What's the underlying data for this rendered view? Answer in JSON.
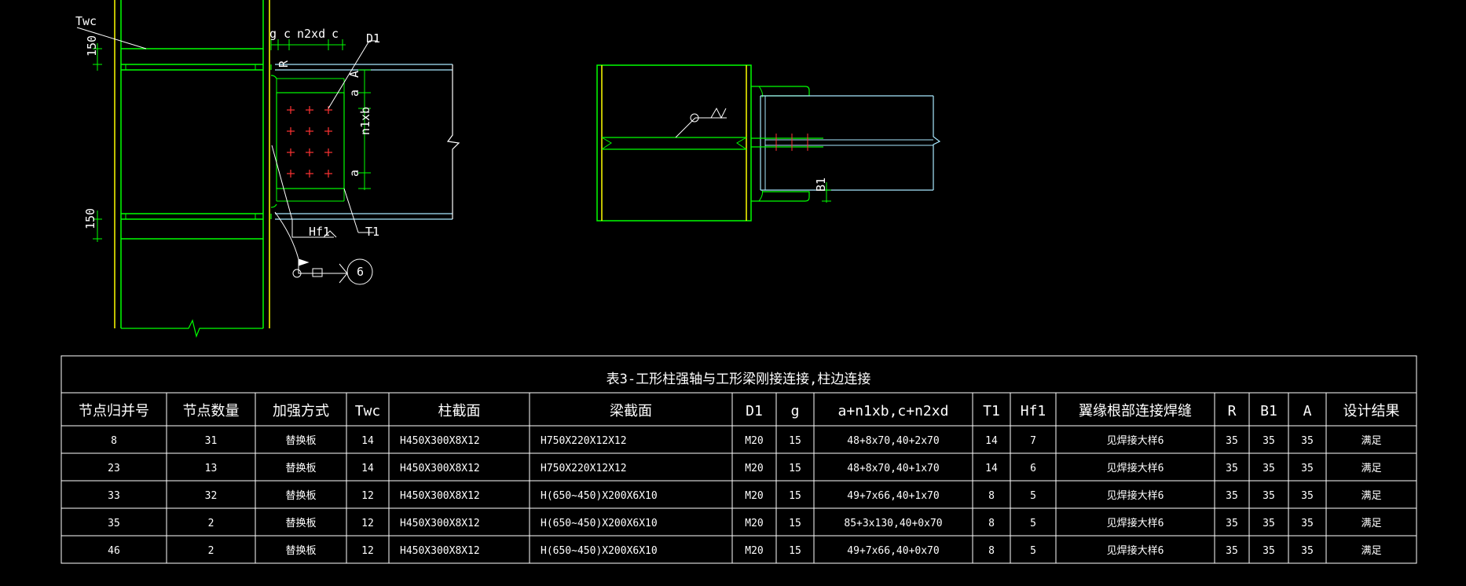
{
  "colors": {
    "background": "#000000",
    "steel_green": "#00ff00",
    "steel_yellow": "#ffff00",
    "beam_cyan": "#a8e8ff",
    "bolt_red": "#ff3333",
    "text_white": "#ffffff"
  },
  "detail_left": {
    "labels": {
      "twc": "Twc",
      "dim_gc": "g c",
      "dim_n2xd": "n2xd",
      "dim_c": "c",
      "d1": "D1",
      "r": "R",
      "a": "A",
      "dim_a_top": "a",
      "dim_n1xb": "n1xb",
      "dim_a_bottom": "a",
      "hf1": "Hf1",
      "t1": "T1",
      "weld_symbol_number": "6",
      "dim_150_top": "150",
      "dim_150_bottom": "150"
    }
  },
  "detail_right": {
    "labels": {
      "b1": "B1"
    }
  },
  "table": {
    "title": "表3-工形柱强轴与工形梁刚接连接,柱边连接",
    "headers": [
      "节点归并号",
      "节点数量",
      "加强方式",
      "Twc",
      "柱截面",
      "梁截面",
      "D1",
      "g",
      "a+n1xb,c+n2xd",
      "T1",
      "Hf1",
      "翼缘根部连接焊缝",
      "R",
      "B1",
      "A",
      "设计结果"
    ],
    "rows": [
      [
        "8",
        "31",
        "替换板",
        "14",
        "H450X300X8X12",
        "H750X220X12X12",
        "M20",
        "15",
        "48+8x70,40+2x70",
        "14",
        "7",
        "见焊接大样6",
        "35",
        "35",
        "35",
        "满足"
      ],
      [
        "23",
        "13",
        "替换板",
        "14",
        "H450X300X8X12",
        "H750X220X12X12",
        "M20",
        "15",
        "48+8x70,40+1x70",
        "14",
        "6",
        "见焊接大样6",
        "35",
        "35",
        "35",
        "满足"
      ],
      [
        "33",
        "32",
        "替换板",
        "12",
        "H450X300X8X12",
        "H(650~450)X200X6X10",
        "M20",
        "15",
        "49+7x66,40+1x70",
        "8",
        "5",
        "见焊接大样6",
        "35",
        "35",
        "35",
        "满足"
      ],
      [
        "35",
        "2",
        "替换板",
        "12",
        "H450X300X8X12",
        "H(650~450)X200X6X10",
        "M20",
        "15",
        "85+3x130,40+0x70",
        "8",
        "5",
        "见焊接大样6",
        "35",
        "35",
        "35",
        "满足"
      ],
      [
        "46",
        "2",
        "替换板",
        "12",
        "H450X300X8X12",
        "H(650~450)X200X6X10",
        "M20",
        "15",
        "49+7x66,40+0x70",
        "8",
        "5",
        "见焊接大样6",
        "35",
        "35",
        "35",
        "满足"
      ]
    ]
  }
}
